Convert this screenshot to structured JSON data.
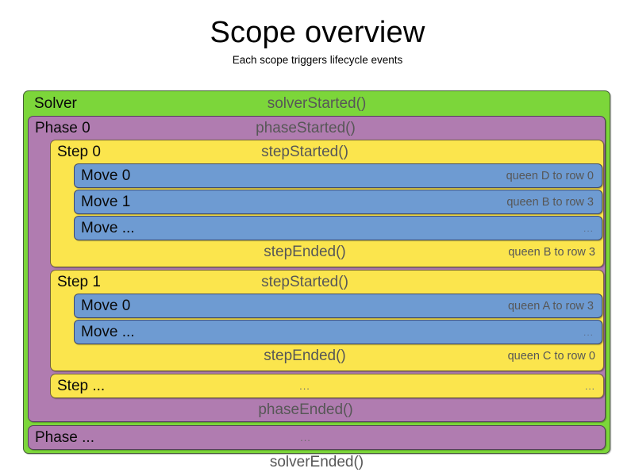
{
  "title": "Scope overview",
  "subtitle": "Each scope triggers lifecycle events",
  "colors": {
    "solver": "#7CD63A",
    "phase": "#B07CB0",
    "step": "#FBE54D",
    "move": "#6E9BD2",
    "event_text": "#575757",
    "label_text": "#0A0A0A",
    "background": "#FFFFFF"
  },
  "solver": {
    "label": "Solver",
    "started_event": "solverStarted()",
    "ended_event": "solverEnded()",
    "phases": [
      {
        "label": "Phase 0",
        "started_event": "phaseStarted()",
        "ended_event": "phaseEnded()",
        "steps": [
          {
            "label": "Step 0",
            "started_event": "stepStarted()",
            "ended_event": "stepEnded()",
            "ended_detail": "queen B to row 3",
            "moves": [
              {
                "label": "Move 0",
                "detail": "queen D to row 0"
              },
              {
                "label": "Move 1",
                "detail": "queen B to row 3"
              },
              {
                "label": "Move ...",
                "detail": "..."
              }
            ]
          },
          {
            "label": "Step 1",
            "started_event": "stepStarted()",
            "ended_event": "stepEnded()",
            "ended_detail": "queen C to row 0",
            "moves": [
              {
                "label": "Move 0",
                "detail": "queen A to row 3"
              },
              {
                "label": "Move ...",
                "detail": "..."
              }
            ]
          }
        ],
        "more_step": {
          "label": "Step ...",
          "event": "...",
          "detail": "..."
        }
      }
    ],
    "more_phase": {
      "label": "Phase ...",
      "event": "..."
    }
  }
}
